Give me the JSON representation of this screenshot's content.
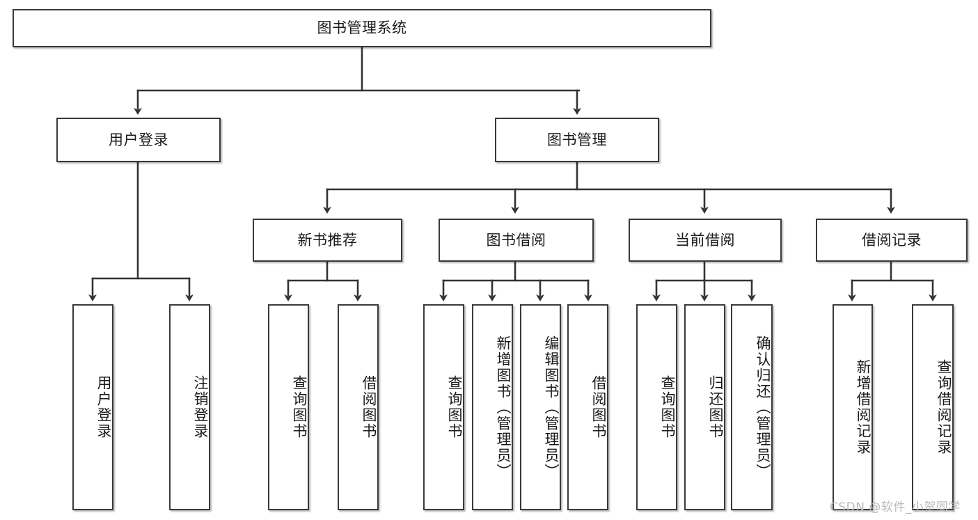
{
  "diagram": {
    "title": "图书管理系统",
    "type": "tree",
    "orientation": "top-down",
    "watermark": "CSDN @软件_小贺同学",
    "colors": {
      "box_border": "#3a3a3a",
      "box_fill": "#ffffff",
      "connector": "#333333",
      "text": "#1a1a1a",
      "watermark": "#b9b9b9"
    },
    "levels": [
      {
        "level": 1,
        "nodes": [
          {
            "id": "root",
            "label": "图书管理系统",
            "orientation": "horizontal"
          }
        ]
      },
      {
        "level": 2,
        "nodes": [
          {
            "id": "login",
            "label": "用户登录",
            "orientation": "horizontal",
            "parent": "root"
          },
          {
            "id": "bookmgmt",
            "label": "图书管理",
            "orientation": "horizontal",
            "parent": "root"
          }
        ]
      },
      {
        "level": 3,
        "nodes": [
          {
            "id": "newbook",
            "label": "新书推荐",
            "orientation": "horizontal",
            "parent": "bookmgmt"
          },
          {
            "id": "borrow",
            "label": "图书借阅",
            "orientation": "horizontal",
            "parent": "bookmgmt"
          },
          {
            "id": "current",
            "label": "当前借阅",
            "orientation": "horizontal",
            "parent": "bookmgmt"
          },
          {
            "id": "records",
            "label": "借阅记录",
            "orientation": "horizontal",
            "parent": "bookmgmt"
          }
        ]
      },
      {
        "level": 4,
        "nodes": [
          {
            "id": "leaf-user-login",
            "label": "用户登录",
            "orientation": "vertical",
            "parent": "login"
          },
          {
            "id": "leaf-user-logout",
            "label": "注销登录",
            "orientation": "vertical",
            "parent": "login"
          },
          {
            "id": "leaf-new-query",
            "label": "查询图书",
            "orientation": "vertical",
            "parent": "newbook"
          },
          {
            "id": "leaf-new-borrow",
            "label": "借阅图书",
            "orientation": "vertical",
            "parent": "newbook"
          },
          {
            "id": "leaf-borrow-query",
            "label": "查询图书",
            "orientation": "vertical",
            "parent": "borrow"
          },
          {
            "id": "leaf-borrow-add",
            "label": "新增图书（管理员）",
            "orientation": "vertical",
            "parent": "borrow"
          },
          {
            "id": "leaf-borrow-edit",
            "label": "编辑图书（管理员）",
            "orientation": "vertical",
            "parent": "borrow"
          },
          {
            "id": "leaf-borrow-lend",
            "label": "借阅图书",
            "orientation": "vertical",
            "parent": "borrow"
          },
          {
            "id": "leaf-current-query",
            "label": "查询图书",
            "orientation": "vertical",
            "parent": "current"
          },
          {
            "id": "leaf-current-return",
            "label": "归还图书",
            "orientation": "vertical",
            "parent": "current"
          },
          {
            "id": "leaf-current-confirm",
            "label": "确认归还（管理员）",
            "orientation": "vertical",
            "parent": "current"
          },
          {
            "id": "leaf-record-add",
            "label": "新增借阅记录",
            "orientation": "vertical",
            "parent": "records"
          },
          {
            "id": "leaf-record-query",
            "label": "查询借阅记录",
            "orientation": "vertical",
            "parent": "records"
          }
        ]
      }
    ]
  }
}
